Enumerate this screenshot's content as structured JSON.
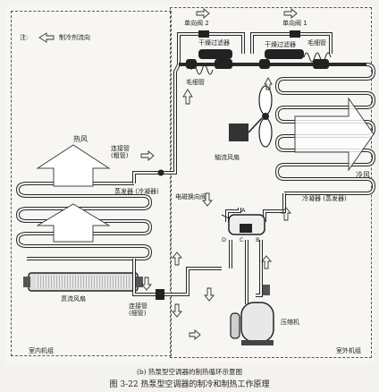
{
  "legend": {
    "prefix": "注:",
    "text": "制冷剂流向"
  },
  "labels": {
    "check_valve_2": "单向阀 2",
    "check_valve_1": "单向阀 1",
    "dry_filter_left": "干燥过滤器",
    "dry_filter_right": "干燥过滤器",
    "capillary_left": "毛细管",
    "capillary_right": "毛细管",
    "hot_air": "热风",
    "cold_air": "冷风",
    "connect_pipe_thick": "连接管\n(粗管)",
    "evaporator": "蒸发器 (冷凝器)",
    "axial_fan": "轴流风扇",
    "solenoid_valve": "电磁换向阀",
    "condenser": "冷凝器 (蒸发器)",
    "cross_flow_fan": "贯流风扇",
    "connect_pipe_thin": "连接管\n(细管)",
    "compressor": "压缩机",
    "indoor_unit": "室内机组",
    "outdoor_unit": "室外机组",
    "port_a": "A",
    "port_b": "B",
    "port_c": "C",
    "port_d": "D"
  },
  "captions": {
    "sub": "(b) 热泵型空调器的制热循环示意图",
    "main": "图 3-22   热泵型空调器的制冷和制热工作原理"
  },
  "colors": {
    "pipe": "#2a2a2a",
    "pipe_fill": "#f2f2f2",
    "line": "#333333"
  }
}
